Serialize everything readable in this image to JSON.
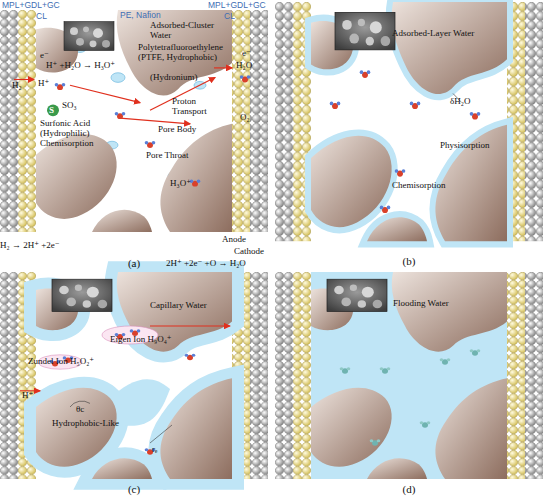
{
  "diagram": {
    "nodes": [
      {
        "text": [
          "(a)"
        ]
      },
      {
        "text": [
          "(b)"
        ]
      },
      {
        "text": [
          "(c)"
        ]
      },
      {
        "text": [
          "(d)"
        ]
      }
    ],
    "labels": [
      "MPL+GDL+GC",
      "CL",
      "PE, Nafion",
      "MPL+GDL+GC",
      "CL",
      "Adsorbed-Cluster Water",
      "Polytetrafluoroethylene (PTFE, Hydrophobic)",
      "e⁻",
      "H⁺ +H₂O → H₃O⁺",
      "(Hydronium)",
      "H₂",
      "H⁺",
      "S",
      "SO₃",
      "Surfonic Acid (Hydrophilic) Chemisorption",
      "Proton Transport",
      "Pore Body",
      "Pore Throat",
      "H₃O⁺",
      "e⁻",
      "H₂O",
      "O₂",
      "H₂ → 2H⁺ +2e⁻",
      "Anode",
      "Cathode",
      "2H⁺ +2e⁻ +O → H₂O",
      "Adsorbed-Layer Water",
      "δH₂O",
      "Physisorption",
      "Chemisorption",
      "Capillary Water",
      "Eigen Ion H₉O₄⁺",
      "Zundel Ion H₅O₂⁺",
      "H⁺",
      "θc",
      "Hydrophobic-Like",
      "rₑ",
      "Flooding Water"
    ]
  }
}
